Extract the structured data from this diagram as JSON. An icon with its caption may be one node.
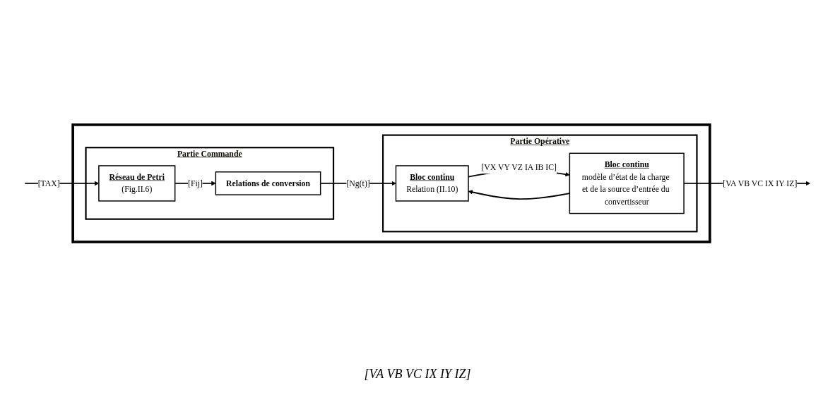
{
  "diagram": {
    "nodes": [
      {
        "text": [],
        "shape": "box"
      },
      {
        "text": [
          "Partie Commande"
        ],
        "in": 0
      },
      {
        "text": [
          "Réseau de Petri",
          "(Fig.II.6)"
        ],
        "in": 1
      },
      {
        "text": [
          "Relations de conversion"
        ],
        "in": 1
      },
      {
        "text": [
          "Partie Opérative"
        ],
        "in": 0
      },
      {
        "text": [
          "Bloc continu",
          "Relation (II.10)"
        ],
        "in": 4
      },
      {
        "text": [
          "Bloc continu",
          "modèle d’état de la charge et de la source d’entrée du convertisseur"
        ],
        "in": 4
      }
    ],
    "edges": [
      {
        "from": null,
        "to": 2,
        "arrow": "to",
        "label": "[TAX]"
      },
      {
        "from": 2,
        "to": 3,
        "arrow": "to",
        "label": "[Fij]"
      },
      {
        "from": 3,
        "to": 5,
        "arrow": "to",
        "label": "[Ng(t)]"
      },
      {
        "from": 5,
        "to": 6,
        "arrow": "to",
        "label": "[VX VY VZ IA IB IC]"
      },
      {
        "from": 6,
        "to": null,
        "arrow": "to",
        "label": "[VA VB VC IX IY IZ]"
      },
      {
        "from": 6,
        "to": 5,
        "arrow": "to"
      }
    ],
    "labels": [
      "[VA VB VC IX IY IZ]"
    ]
  }
}
